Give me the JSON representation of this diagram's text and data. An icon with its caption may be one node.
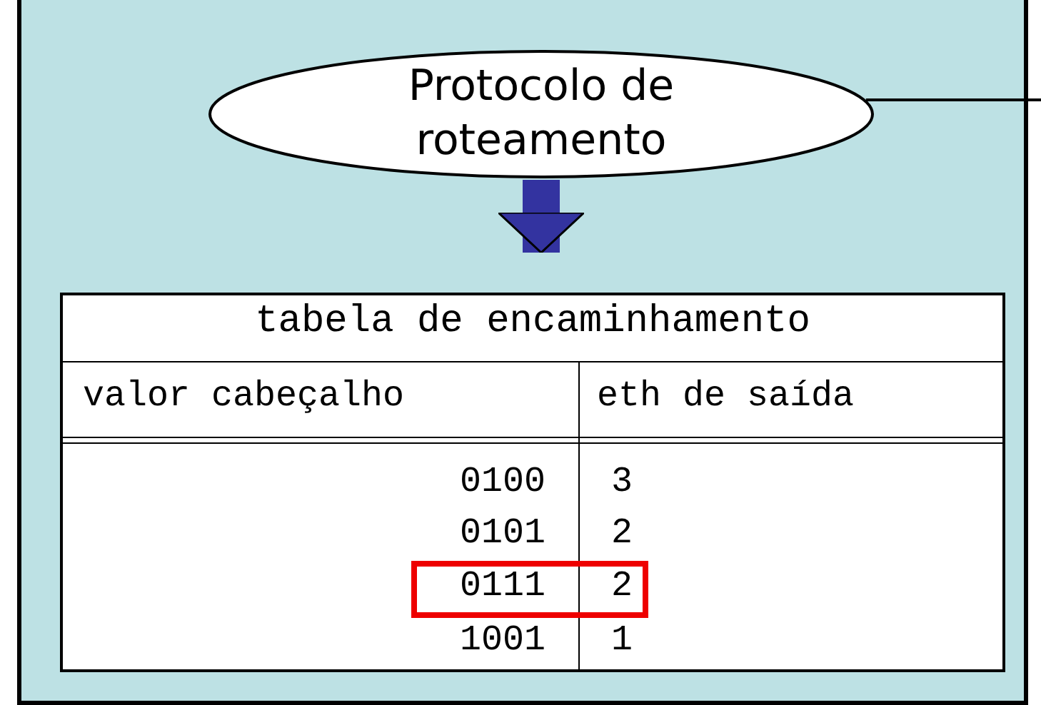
{
  "diagram": {
    "nodes": [
      {
        "text": [
          "Protocolo de roteamento"
        ]
      },
      {
        "text": [
          "tabela de encaminhamento"
        ]
      }
    ],
    "edges": [
      {
        "from": 0,
        "to": 1,
        "arrow": "to",
        "style": "thick",
        "color": "#3333a0"
      },
      {
        "from": 0,
        "to": null,
        "arrow": "none",
        "color": "#000000"
      }
    ],
    "labels": [
      "valor cabeçalho",
      "eth de saída",
      "0100",
      "3",
      "0101",
      "2",
      "0111",
      "2",
      "1001",
      "1"
    ]
  }
}
